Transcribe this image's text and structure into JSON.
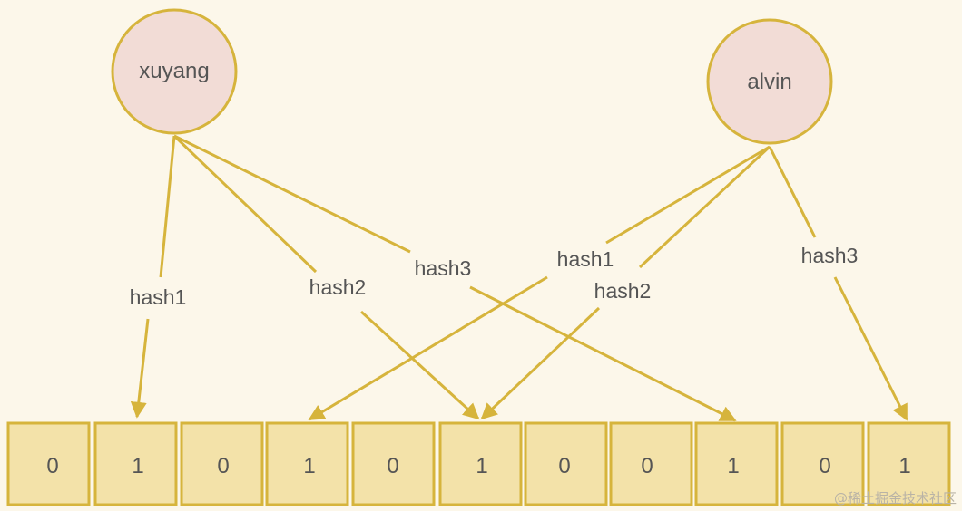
{
  "colors": {
    "background": "#fcf7ea",
    "node_fill": "#f2dcd6",
    "node_stroke": "#d6b43c",
    "edge": "#d6b43c",
    "cell_fill": "#f3e2a9",
    "cell_stroke": "#d6b43c",
    "text": "#555555"
  },
  "nodes": [
    {
      "id": "xuyang",
      "label": "xuyang"
    },
    {
      "id": "alvin",
      "label": "alvin"
    }
  ],
  "bit_array": [
    "0",
    "1",
    "0",
    "1",
    "0",
    "1",
    "0",
    "0",
    "1",
    "0",
    "1"
  ],
  "edges": [
    {
      "from": "xuyang",
      "label": "hash1",
      "target_index": 1
    },
    {
      "from": "xuyang",
      "label": "hash2",
      "target_index": 5
    },
    {
      "from": "xuyang",
      "label": "hash3",
      "target_index": 8
    },
    {
      "from": "alvin",
      "label": "hash1",
      "target_index": 3
    },
    {
      "from": "alvin",
      "label": "hash2",
      "target_index": 5
    },
    {
      "from": "alvin",
      "label": "hash3",
      "target_index": 10
    }
  ],
  "watermark": "@稀土掘金技术社区"
}
